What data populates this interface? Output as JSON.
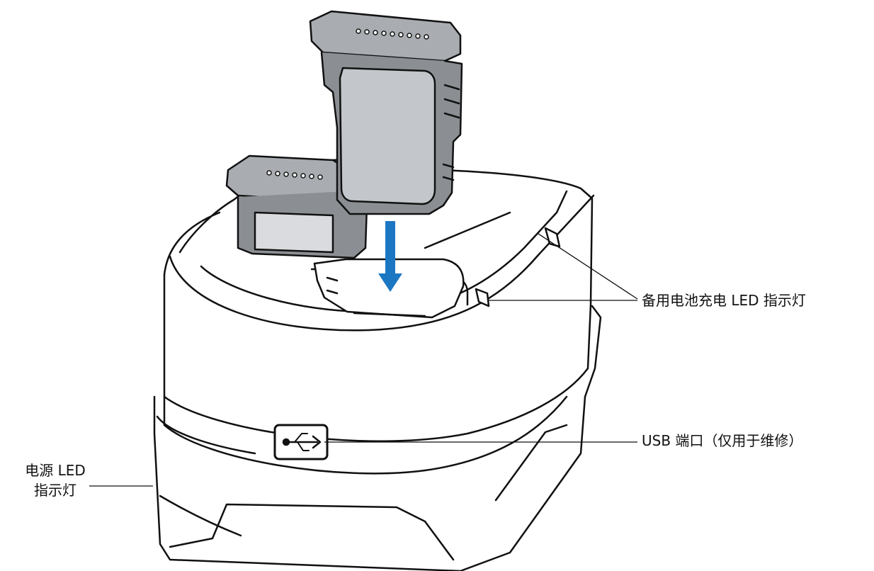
{
  "callouts": {
    "spare_battery_led": "备用电池充电 LED 指示灯",
    "usb_port": "USB 端口（仅用于维修）",
    "power_led_line1": "电源 LED",
    "power_led_line2": "指示灯"
  },
  "colors": {
    "outline": "#111111",
    "battery_body": "#a9adb2",
    "battery_dark": "#6c7075",
    "arrow": "#1c77c3",
    "base": "#ffffff"
  }
}
